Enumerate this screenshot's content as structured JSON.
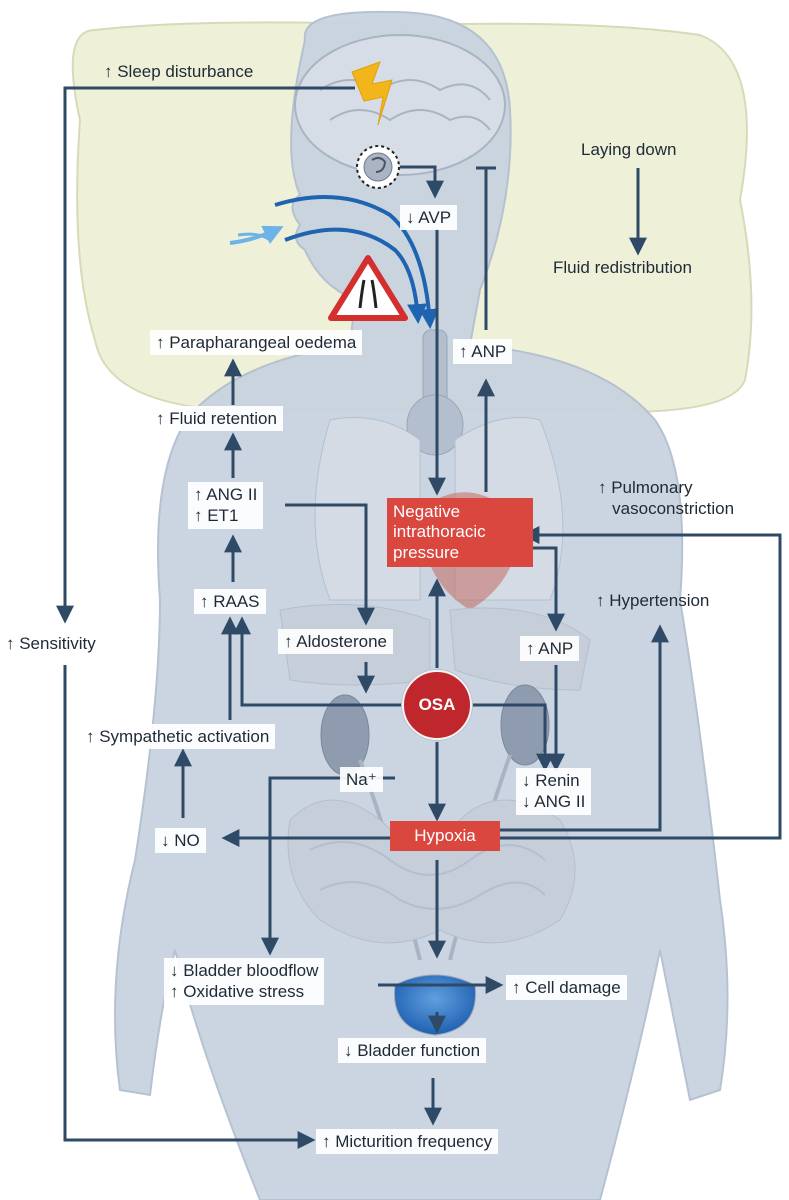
{
  "labels": {
    "sleep_disturbance": "↑ Sleep disturbance",
    "laying_down": "Laying down",
    "fluid_redistribution": "Fluid redistribution",
    "avp": "↓ AVP",
    "anp_top": "↑ ANP",
    "parapharangeal_oedema": "↑ Parapharangeal oedema",
    "fluid_retention": "↑ Fluid retention",
    "ang_ii_et1": "↑ ANG II\n↑ ET1",
    "negative_intrathoracic_pressure": "Negative\nintrathoracic\npressure",
    "pulmonary_vasoconstriction": "↑ Pulmonary\n   vasoconstriction",
    "raas": "↑ RAAS",
    "aldosterone": "↑ Aldosterone",
    "anp_mid": "↑ ANP",
    "hypertension": "↑ Hypertension",
    "sensitivity": "↑ Sensitivity",
    "osa": "OSA",
    "sympathetic_activation": "↑ Sympathetic activation",
    "na": "Na⁺",
    "renin_ang_ii": "↓ Renin\n↓ ANG II",
    "no": "↓ NO",
    "hypoxia": "Hypoxia",
    "bladder_bloodflow_oxidative": "↓ Bladder bloodflow\n↑ Oxidative stress",
    "cell_damage": "↑ Cell damage",
    "bladder_function": "↓ Bladder function",
    "micturition_frequency": "↑ Micturition frequency"
  },
  "colors": {
    "arrow": "#2e4a66",
    "pillow": "#eef0d8",
    "body": "#c9d3e0",
    "organ": "#b3bfcf",
    "airway": "#1f64b0",
    "red_box": "#d9473f",
    "osa": "#c0272d",
    "warning": "#d32f2f",
    "lightning": "#f2b61c",
    "bladder": "#2f73c2"
  },
  "icons": {
    "sleep": "lightning-icon",
    "airway_narrowing": "road-narrowing-warning-icon",
    "pituitary": "pituitary-gland-icon"
  }
}
